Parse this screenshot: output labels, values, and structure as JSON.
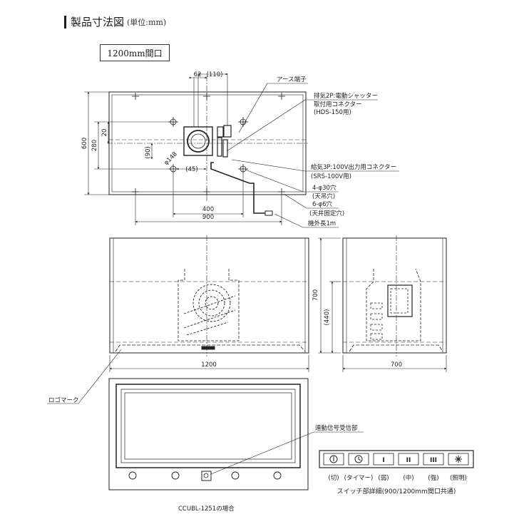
{
  "title": {
    "main": "製品寸法図",
    "unit": "(単位:mm)"
  },
  "opening_label": "1200mm間口",
  "top_view": {
    "dims": {
      "d62": "62",
      "d110": "(110)",
      "d600": "600",
      "d280": "280",
      "d20": "20",
      "d90": "(90)",
      "d148": "φ148",
      "d45": "(45)",
      "d400": "400",
      "d900": "900"
    },
    "callouts": {
      "earth": "アース端子",
      "exhaust_1": "排気2P:電動シャッター",
      "exhaust_2": "取付用コネクター",
      "exhaust_3": "(HDS-150用)",
      "supply_1": "給気3P:100V出力用コネクター",
      "supply_2": "(SRS-100V用)",
      "hang_1": "4-φ30穴",
      "hang_2": "(天吊穴)",
      "fix_1": "6-φ6穴",
      "fix_2": "(天井固定穴)",
      "cable": "機外長1m"
    }
  },
  "front_view": {
    "d1200": "1200",
    "d700": "700",
    "d440": "(440)"
  },
  "side_view": {
    "d700": "700"
  },
  "bottom_view": {
    "logo": "ロゴマーク",
    "receiver": "連動信号受信部",
    "model_note": "CCUBL-1251の場合"
  },
  "switch_panel": {
    "labels": [
      "(切)",
      "(タイマー)",
      "(弱)",
      "(中)",
      "(強)",
      "(照明)"
    ],
    "marks": [
      "I",
      "II",
      "III"
    ],
    "caption": "スイッチ部詳細(900/1200mm間口共通)"
  }
}
